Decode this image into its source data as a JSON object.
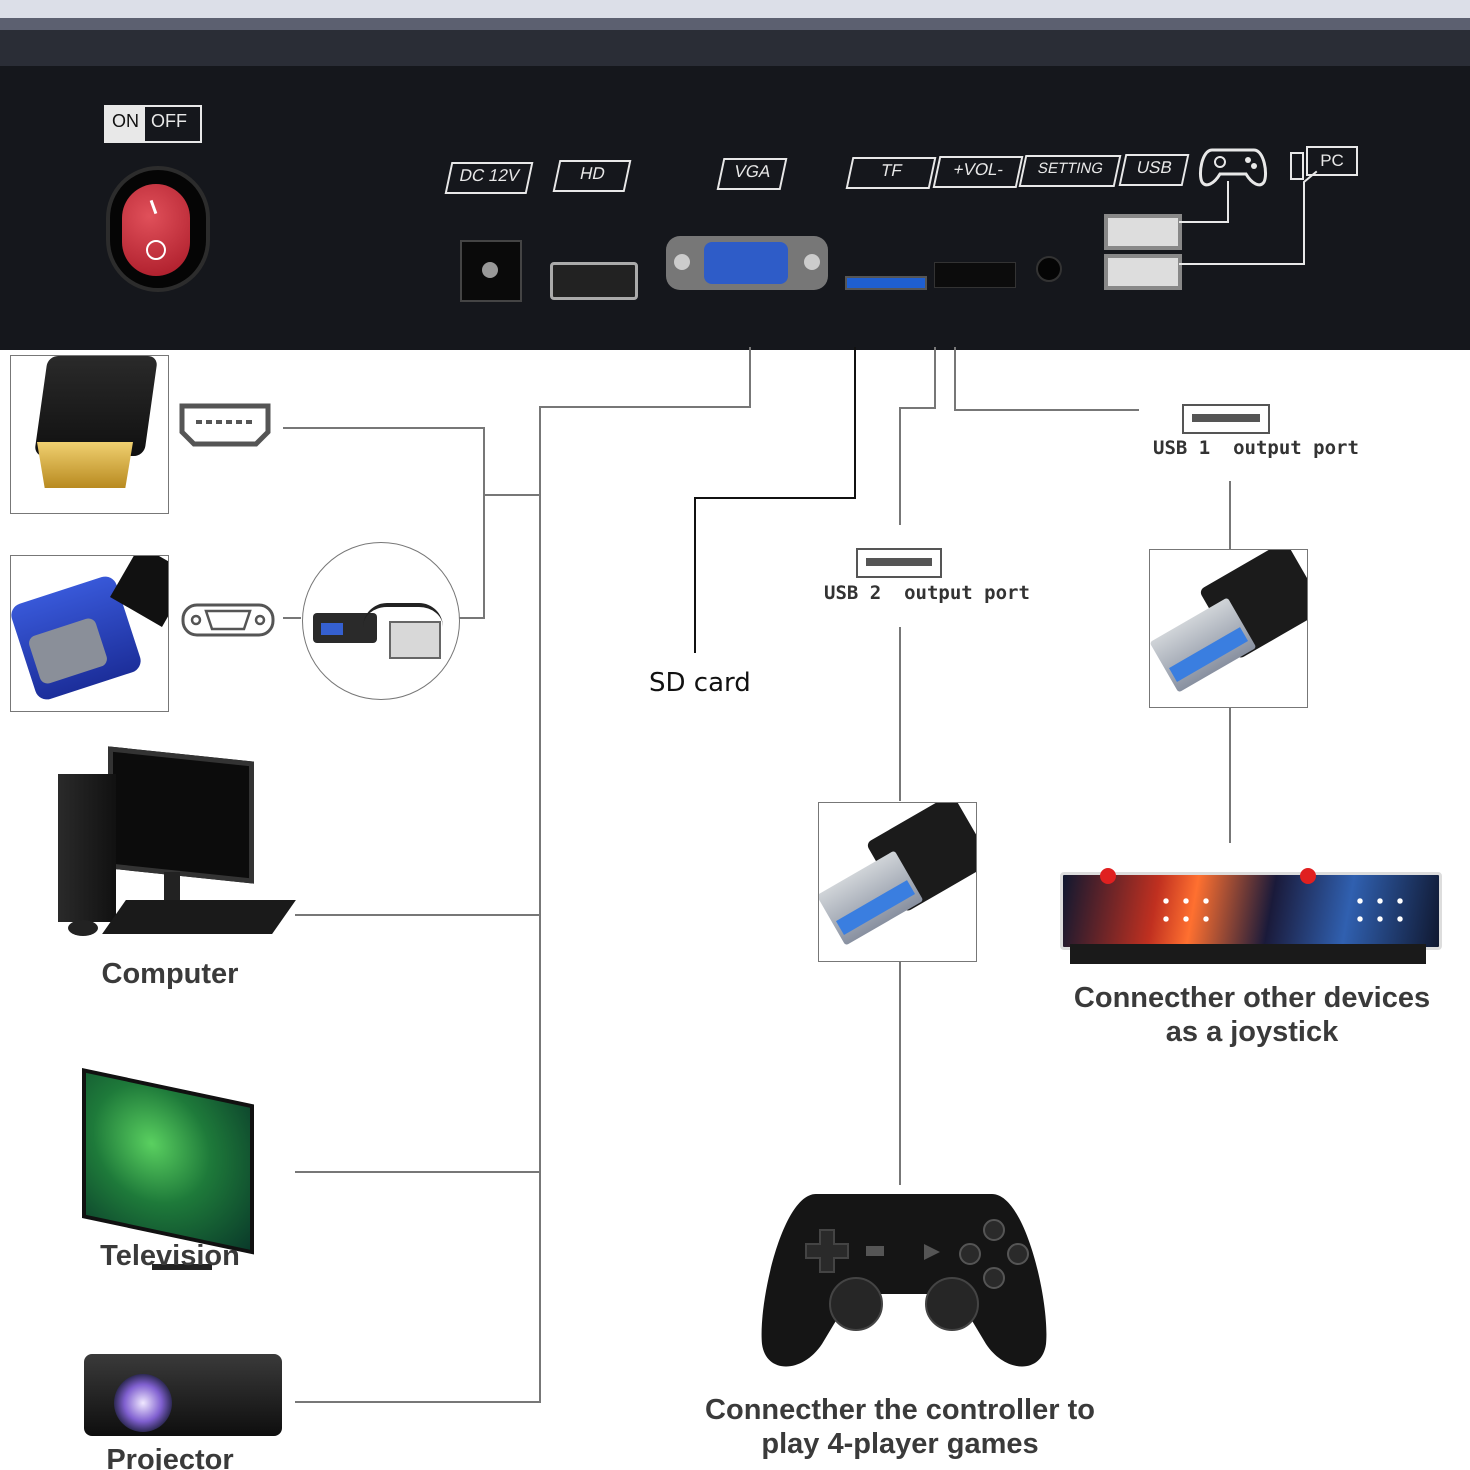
{
  "panel": {
    "switch_on": "ON",
    "switch_off": "OFF",
    "ports": [
      "DC 12V",
      "HD",
      "VGA",
      "TF",
      "+VOL-",
      "SETTING",
      "USB"
    ],
    "pc_label": "PC"
  },
  "labels": {
    "sd_card": "SD card",
    "usb1": "USB 1  output port",
    "usb2": "USB 2  output port",
    "computer": "Computer",
    "television": "Television",
    "projector": "Projector",
    "joystick_line1": "Connecther other devices",
    "joystick_line2": "as a joystick",
    "controller_line1": "Connecther the controller to",
    "controller_line2": "play 4-player games"
  }
}
